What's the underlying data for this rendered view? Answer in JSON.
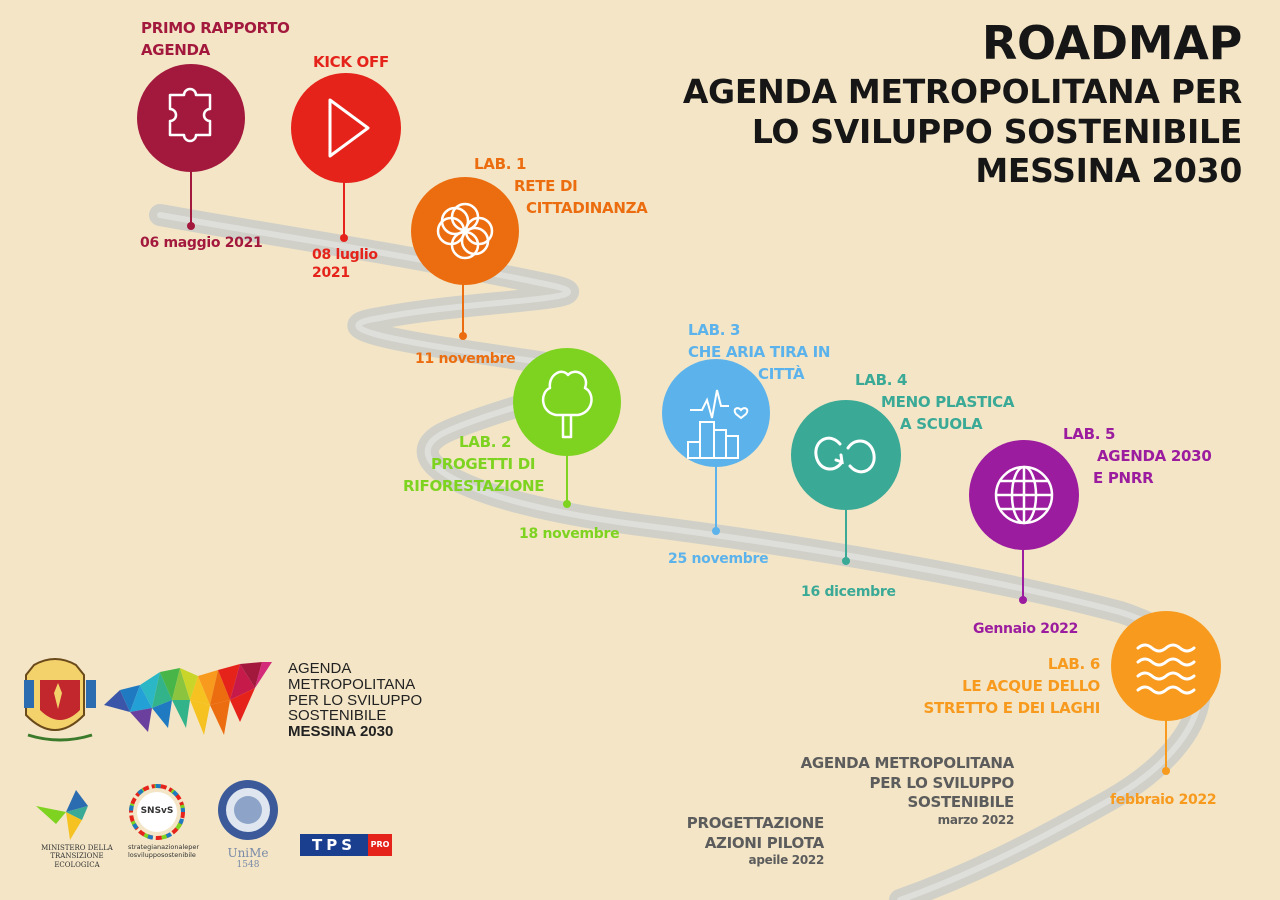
{
  "title": {
    "main": "ROADMAP",
    "sub": [
      "AGENDA METROPOLITANA PER",
      "LO SVILUPPO SOSTENIBILE",
      "MESSINA 2030"
    ]
  },
  "milestones": [
    {
      "label": [
        "PRIMO RAPPORTO",
        "AGENDA"
      ],
      "date": [
        "06 maggio 2021"
      ],
      "color": "#a3193d",
      "icon": "puzzle-icon"
    },
    {
      "label": [
        "KICK OFF"
      ],
      "date": [
        "08 luglio",
        "2021"
      ],
      "color": "#e5231b",
      "icon": "play-icon"
    },
    {
      "label": [
        "LAB. 1",
        "RETE DI",
        "CITTADINANZA"
      ],
      "date": [
        "11 novembre"
      ],
      "color": "#ec6d0f",
      "icon": "flower-icon"
    },
    {
      "label": [
        "LAB. 2",
        "PROGETTI DI",
        "RIFORESTAZIONE"
      ],
      "date": [
        "18 novembre"
      ],
      "color": "#7ed321",
      "icon": "tree-icon"
    },
    {
      "label": [
        "LAB. 3",
        "CHE ARIA TIRA IN",
        "CITTÀ"
      ],
      "date": [
        "25 novembre"
      ],
      "color": "#5cb3ec",
      "icon": "city-icon"
    },
    {
      "label": [
        "LAB. 4",
        "MENO PLASTICA",
        "A SCUOLA"
      ],
      "date": [
        "16 dicembre"
      ],
      "color": "#3aa996",
      "icon": "recycle-icon"
    },
    {
      "label": [
        "LAB. 5",
        "AGENDA 2030",
        "E PNRR"
      ],
      "date": [
        "Gennaio 2022"
      ],
      "color": "#9b1c9e",
      "icon": "globe-icon"
    },
    {
      "label": [
        "LAB. 6",
        "LE ACQUE DELLO",
        "STRETTO E DEI LAGHI"
      ],
      "date": [
        "febbraio 2022"
      ],
      "color": "#f79a1e",
      "icon": "waves-icon"
    }
  ],
  "final_steps": [
    {
      "lines": [
        "AGENDA METROPOLITANA",
        "PER LO SVILUPPO",
        "SOSTENIBILE"
      ],
      "date": "marzo 2022"
    },
    {
      "lines": [
        "PROGETTAZIONE",
        "AZIONI PILOTA"
      ],
      "date": "apeile 2022"
    }
  ],
  "logos": {
    "agenda_text": [
      "AGENDA",
      "METROPOLITANA",
      "PER LO SVILUPPO",
      "SOSTENIBILE",
      "MESSINA 2030"
    ],
    "ministry": [
      "MINISTERO DELLA",
      "TRANSIZIONE ECOLOGICA"
    ],
    "snsvs": [
      "SNSvS",
      "strategianazionaleper",
      "losvilupposostenibile"
    ],
    "unime": [
      "UniMe",
      "1548"
    ],
    "tps": [
      "TPS",
      "PRO"
    ]
  },
  "colors": {
    "background": "#f3e5c6",
    "road": "#c9ccc8",
    "title": "#161616",
    "footer": "#5c5c5c"
  }
}
